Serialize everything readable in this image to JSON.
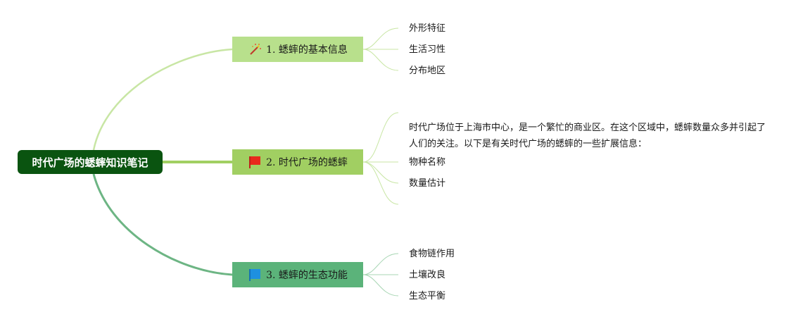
{
  "root": {
    "label": "时代广场的蟋蟀知识笔记"
  },
  "branches": [
    {
      "label": "1. 蟋蟀的基本信息",
      "icon": "magic-wand-icon",
      "color": "#b8e08c",
      "line_color": "#b8e08c",
      "leaves": [
        "外形特征",
        "生活习性",
        "分布地区"
      ]
    },
    {
      "label": "2. 时代广场的蟋蟀",
      "icon": "red-flag-icon",
      "color": "#a1cf62",
      "line_color": "#a1cf62",
      "leaves": [
        "时代广场位于上海市中心，是一个繁忙的商业区。在这个区域中，蟋蟀数量众多并引起了人们的关注。以下是有关时代广场的蟋蟀的一些扩展信息：",
        "物种名称",
        "数量估计"
      ]
    },
    {
      "label": "3. 蟋蟀的生态功能",
      "icon": "blue-flag-icon",
      "color": "#5bb37a",
      "line_color": "#6db584",
      "leaves": [
        "食物链作用",
        "土壤改良",
        "生态平衡"
      ]
    }
  ]
}
